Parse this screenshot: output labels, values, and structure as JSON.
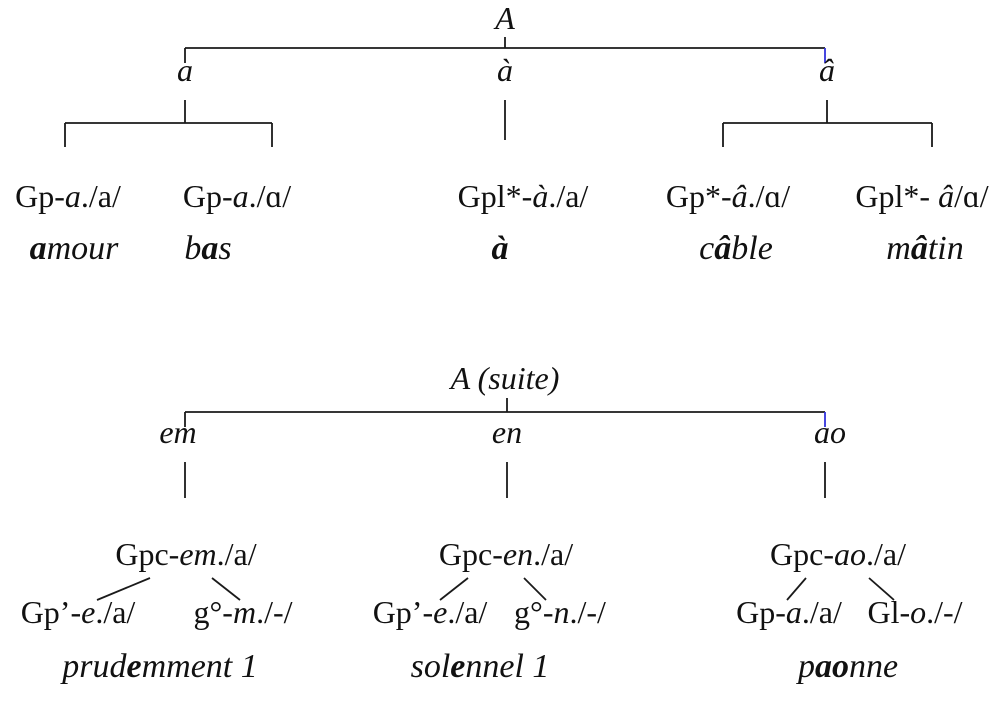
{
  "colors": {
    "line": "#1a1a1a",
    "accent_tick": "#3333dd",
    "text": "#111111",
    "background": "#ffffff"
  },
  "tree1": {
    "root": {
      "label": "A"
    },
    "branches": [
      {
        "label": "a"
      },
      {
        "label": "à"
      },
      {
        "label": "â"
      }
    ],
    "leaves": [
      {
        "prefix": "Gp-",
        "grapheme": "a",
        "suffix": "./a/",
        "word": {
          "pre": "",
          "key": "a",
          "post": "mour"
        }
      },
      {
        "prefix": "Gp-",
        "grapheme": "a",
        "suffix": "./ɑ/",
        "word": {
          "pre": "b",
          "key": "a",
          "post": "s"
        }
      },
      {
        "prefix": "Gpl*-",
        "grapheme": "à",
        "suffix": "./a/",
        "word": {
          "pre": "",
          "key": "à",
          "post": ""
        }
      },
      {
        "prefix": "Gp*-",
        "grapheme": "â",
        "suffix": "./ɑ/",
        "word": {
          "pre": "c",
          "key": "â",
          "post": "ble"
        }
      },
      {
        "prefix": "Gpl*- ",
        "grapheme": "â",
        "suffix": "/ɑ/",
        "word": {
          "pre": "m",
          "key": "â",
          "post": "tin"
        }
      }
    ]
  },
  "tree2": {
    "root": {
      "label": "A (suite)"
    },
    "branches": [
      {
        "label": "em"
      },
      {
        "label": "en"
      },
      {
        "label": "ao"
      }
    ],
    "groups": [
      {
        "parent": {
          "prefix": "Gpc-",
          "grapheme": "em",
          "suffix": "./a/"
        },
        "left_child": {
          "prefix": "Gp’-",
          "grapheme": "e",
          "suffix": "./a/"
        },
        "right_child": {
          "prefix": "g°-",
          "grapheme": "m",
          "suffix": "./-/"
        },
        "word": {
          "pre": "prud",
          "key": "e",
          "post": "mment 1"
        }
      },
      {
        "parent": {
          "prefix": "Gpc-",
          "grapheme": "en",
          "suffix": "./a/"
        },
        "left_child": {
          "prefix": "Gp’-",
          "grapheme": "e",
          "suffix": "./a/"
        },
        "right_child": {
          "prefix": "g°-",
          "grapheme": "n",
          "suffix": "./-/"
        },
        "word": {
          "pre": "sol",
          "key": "e",
          "post": "nnel 1"
        }
      },
      {
        "parent": {
          "prefix": "Gpc-",
          "grapheme": "ao",
          "suffix": "./a/"
        },
        "left_child": {
          "prefix": "Gp-",
          "grapheme": "a",
          "suffix": "./a/"
        },
        "right_child": {
          "prefix": "Gl-",
          "grapheme": "o",
          "suffix": "./-/"
        },
        "word": {
          "pre": "p",
          "key": "ao",
          "post": "nne"
        }
      }
    ]
  }
}
